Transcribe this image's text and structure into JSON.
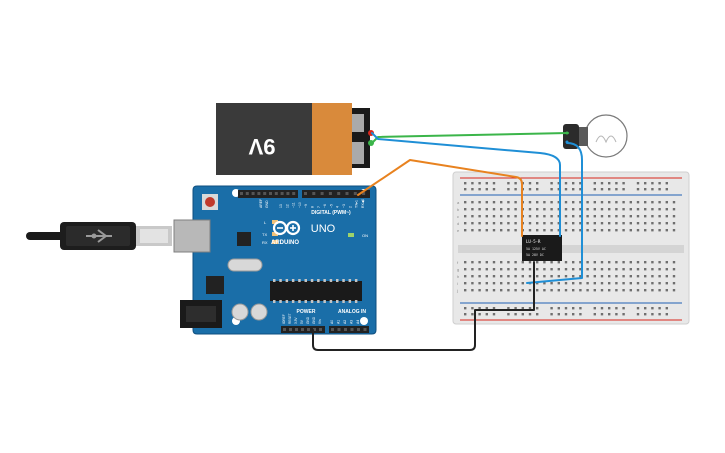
{
  "battery": {
    "label": "9V"
  },
  "arduino": {
    "brand": "ARDUINO",
    "model": "UNO",
    "digital_label": "DIGITAL (PWM~)",
    "power_label": "POWER",
    "analog_label": "ANALOG IN",
    "aref_label": "AREF",
    "gnd_label": "GND",
    "led_labels": [
      "L",
      "TX",
      "RX"
    ],
    "on_label": "ON",
    "digital_pins": [
      "13",
      "12",
      "~11",
      "~10",
      "~9",
      "8",
      "7",
      "~6",
      "~5",
      "4",
      "~3",
      "2",
      "TX▸1",
      "RX◀0"
    ],
    "power_pins": [
      "IOREF",
      "RESET",
      "3.3V",
      "5V",
      "GND",
      "GND",
      "Vin"
    ],
    "analog_pins": [
      "A0",
      "A1",
      "A2",
      "A3",
      "A4",
      "A5"
    ]
  },
  "relay": {
    "line1": "LU-5-R",
    "line2": "5A 125V AC",
    "line3": "5A 28V DC"
  },
  "breadboard": {
    "row_labels_top": [
      "a",
      "b",
      "c",
      "d",
      "e"
    ],
    "row_labels_bottom": [
      "f",
      "g",
      "h",
      "i",
      "j"
    ]
  },
  "wire_colors": {
    "orange": "#e8821f",
    "green": "#3bb54a",
    "blue": "#1f8fd6",
    "black": "#222222",
    "red": "#d9261c"
  }
}
